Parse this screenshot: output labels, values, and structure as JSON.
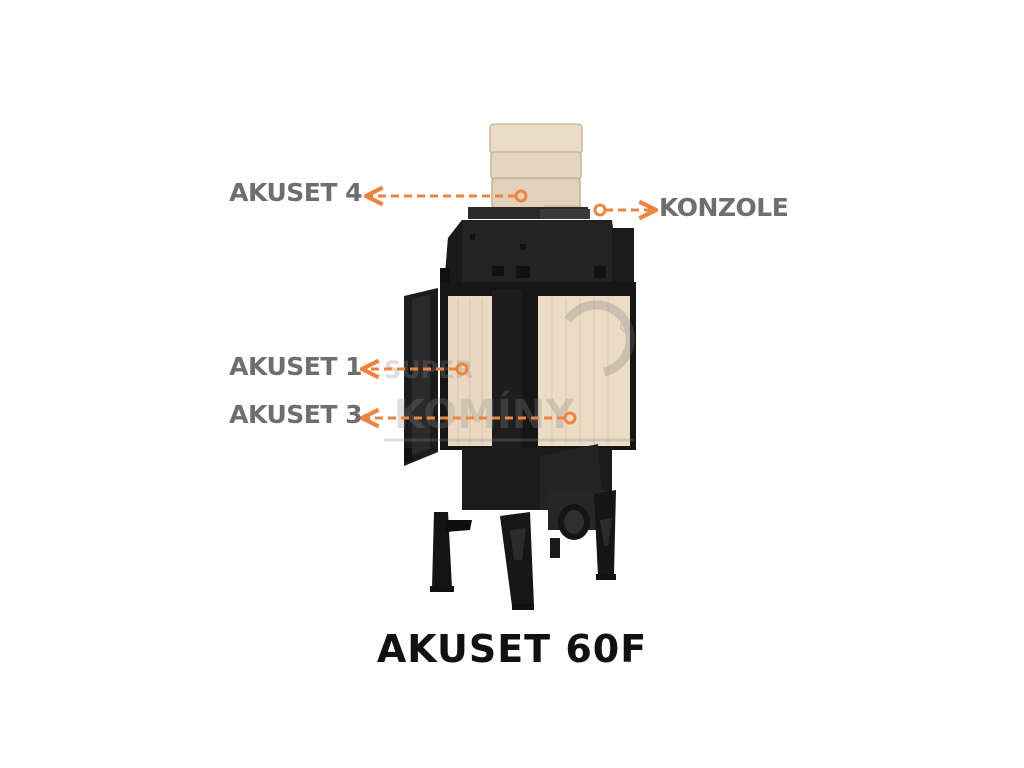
{
  "title": "AKUSET 60F",
  "callouts": {
    "akuset4": "AKUSET 4",
    "konzole": "KONZOLE",
    "akuset1": "AKUSET 1",
    "akuset3": "AKUSET 3"
  },
  "watermark": {
    "line1": "SUPER",
    "line2": "KOMÍNY",
    "mark": "®"
  },
  "colors": {
    "accent": "#f0843c",
    "label": "#6e6e6e",
    "title": "#111111",
    "steel": "#1c1c1c",
    "stone": "#e9d9c4"
  }
}
